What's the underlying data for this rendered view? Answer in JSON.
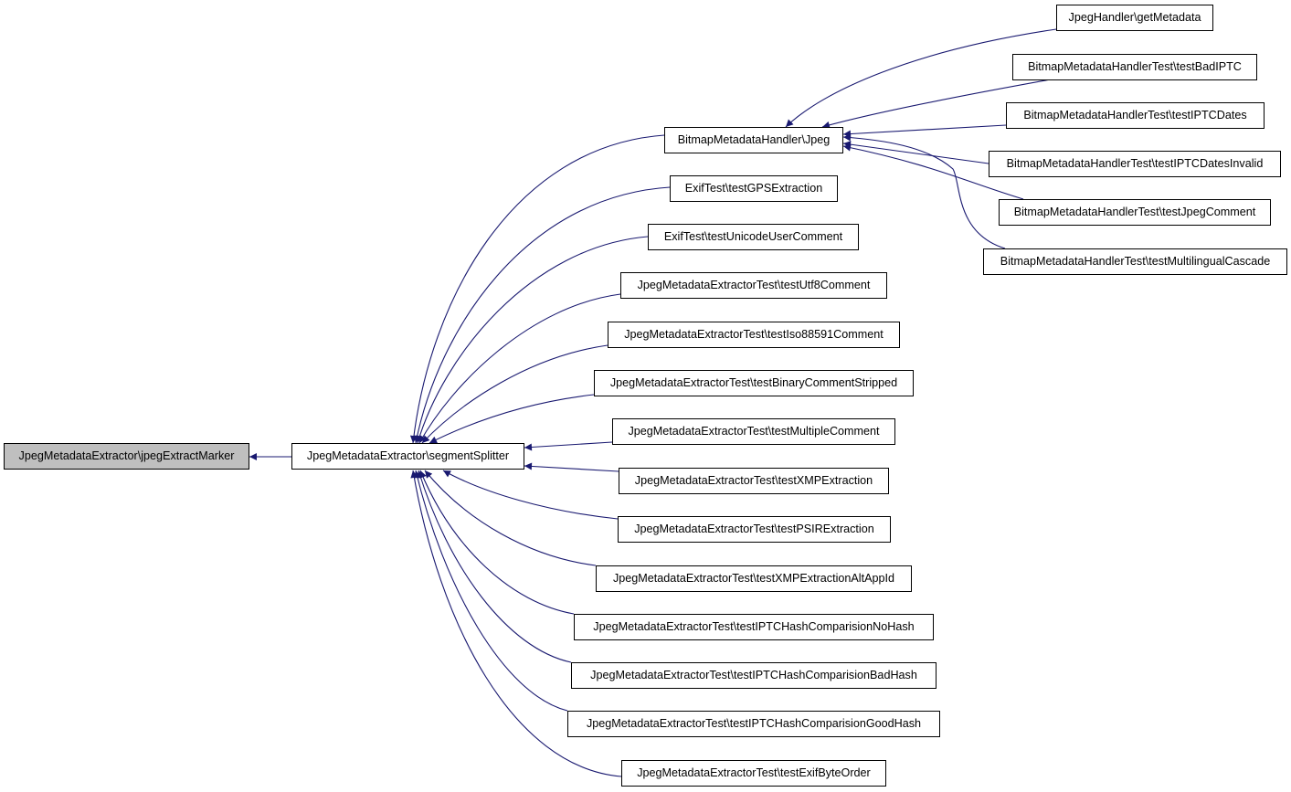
{
  "graph": {
    "edge_color": "#191970",
    "root_fill": "#bfbfbf",
    "nodes": {
      "root": "JpegMetadataExtractor\\jpegExtractMarker",
      "segment_splitter": "JpegMetadataExtractor\\segmentSplitter",
      "bitmap_jpeg": "BitmapMetadataHandler\\Jpeg",
      "exif_gps": "ExifTest\\testGPSExtraction",
      "exif_unicode": "ExifTest\\testUnicodeUserComment",
      "utf8_comment": "JpegMetadataExtractorTest\\testUtf8Comment",
      "iso_comment": "JpegMetadataExtractorTest\\testIso88591Comment",
      "binary_comment": "JpegMetadataExtractorTest\\testBinaryCommentStripped",
      "multiple_comment": "JpegMetadataExtractorTest\\testMultipleComment",
      "xmp_extraction": "JpegMetadataExtractorTest\\testXMPExtraction",
      "psir_extraction": "JpegMetadataExtractorTest\\testPSIRExtraction",
      "xmp_alt_appid": "JpegMetadataExtractorTest\\testXMPExtractionAltAppId",
      "iptc_nohash": "JpegMetadataExtractorTest\\testIPTCHashComparisionNoHash",
      "iptc_badhash": "JpegMetadataExtractorTest\\testIPTCHashComparisionBadHash",
      "iptc_goodhash": "JpegMetadataExtractorTest\\testIPTCHashComparisionGoodHash",
      "exif_byte_order": "JpegMetadataExtractorTest\\testExifByteOrder",
      "get_metadata": "JpegHandler\\getMetadata",
      "bad_iptc": "BitmapMetadataHandlerTest\\testBadIPTC",
      "iptc_dates": "BitmapMetadataHandlerTest\\testIPTCDates",
      "iptc_dates_invalid": "BitmapMetadataHandlerTest\\testIPTCDatesInvalid",
      "jpeg_comment": "BitmapMetadataHandlerTest\\testJpegComment",
      "multilingual_cascade": "BitmapMetadataHandlerTest\\testMultilingualCascade"
    }
  }
}
